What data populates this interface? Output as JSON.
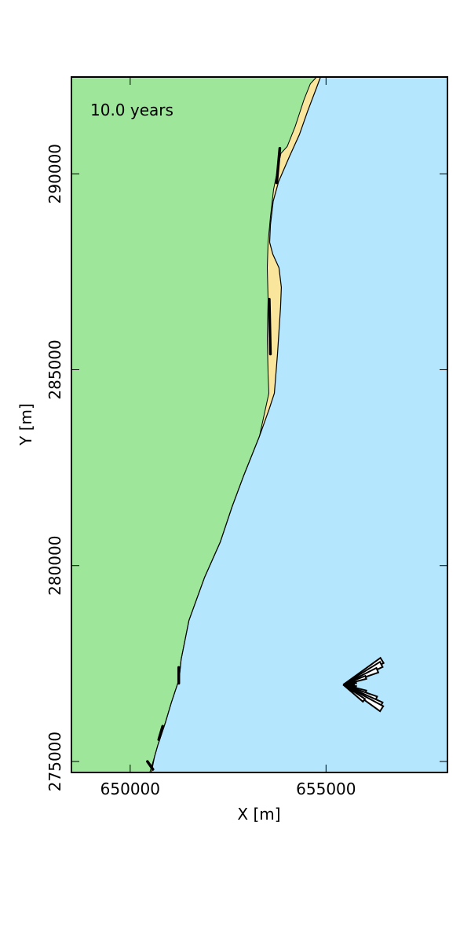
{
  "chart_data": {
    "type": "map",
    "annotation": "10.0 years",
    "xlabel": "X [m]",
    "ylabel": "Y [m]",
    "xlim": [
      648500,
      658100
    ],
    "ylim": [
      274720,
      292470
    ],
    "x_ticks": [
      650000,
      655000
    ],
    "y_ticks": [
      275000,
      280000,
      285000,
      290000
    ],
    "x_tick_labels": [
      "650000",
      "655000"
    ],
    "y_tick_labels": [
      "275000",
      "280000",
      "285000",
      "290000"
    ],
    "colors": {
      "land": "#9de69a",
      "sea": "#b4e6fe",
      "sand": "#fae59d",
      "outline": "#000000"
    },
    "coastline_sea_edge": [
      [
        650540,
        274720
      ],
      [
        650580,
        274920
      ],
      [
        650620,
        275120
      ],
      [
        650700,
        275400
      ],
      [
        650900,
        276000
      ],
      [
        651050,
        276500
      ],
      [
        651250,
        277100
      ],
      [
        651300,
        277600
      ],
      [
        651500,
        278600
      ],
      [
        651900,
        279700
      ],
      [
        652300,
        280600
      ],
      [
        652600,
        281500
      ],
      [
        652900,
        282300
      ],
      [
        653300,
        283300
      ],
      [
        653550,
        284000
      ],
      [
        653680,
        284400
      ],
      [
        653760,
        285400
      ],
      [
        653840,
        286600
      ],
      [
        653860,
        287100
      ],
      [
        653800,
        287600
      ],
      [
        653640,
        287950
      ],
      [
        653560,
        288250
      ],
      [
        653580,
        288700
      ],
      [
        653650,
        289300
      ],
      [
        653790,
        289800
      ],
      [
        654070,
        290450
      ],
      [
        654320,
        291000
      ],
      [
        654530,
        291600
      ],
      [
        654760,
        292200
      ],
      [
        654860,
        292470
      ]
    ],
    "coastline_land_edge": [
      [
        654760,
        292470
      ],
      [
        654600,
        292300
      ],
      [
        654440,
        291900
      ],
      [
        654210,
        291200
      ],
      [
        654010,
        290700
      ],
      [
        653850,
        290520
      ],
      [
        653770,
        290150
      ],
      [
        653660,
        289600
      ],
      [
        653580,
        288900
      ],
      [
        653520,
        288250
      ],
      [
        653500,
        287600
      ],
      [
        653520,
        286800
      ],
      [
        653500,
        285800
      ],
      [
        653520,
        284900
      ],
      [
        653540,
        284400
      ],
      [
        653300,
        283300
      ],
      [
        652900,
        282300
      ],
      [
        652600,
        281500
      ],
      [
        652300,
        280600
      ],
      [
        651900,
        279700
      ],
      [
        651500,
        278600
      ],
      [
        651300,
        277600
      ],
      [
        651250,
        277100
      ],
      [
        651050,
        276500
      ],
      [
        650900,
        276000
      ],
      [
        650700,
        275400
      ],
      [
        650620,
        275120
      ],
      [
        650500,
        274720
      ]
    ],
    "structures": [
      {
        "from": [
          653550,
          286800
        ],
        "to": [
          653580,
          285400
        ]
      },
      {
        "from": [
          653820,
          290650
        ],
        "to": [
          653740,
          289770
        ]
      },
      {
        "from": [
          651240,
          277400
        ],
        "to": [
          651240,
          277000
        ]
      },
      {
        "from": [
          650830,
          275900
        ],
        "to": [
          650730,
          275560
        ]
      },
      {
        "from": [
          650440,
          275000
        ],
        "to": [
          650580,
          274800
        ]
      }
    ],
    "wave_rose": {
      "center": [
        655440,
        276960
      ],
      "bins": [
        {
          "direction_deg": 58,
          "magnitude": 1.06
        },
        {
          "direction_deg": 62,
          "magnitude": 1.0
        },
        {
          "direction_deg": 67,
          "magnitude": 0.86
        },
        {
          "direction_deg": 72,
          "magnitude": 0.55
        },
        {
          "direction_deg": 80,
          "magnitude": 0.3
        },
        {
          "direction_deg": 90,
          "magnitude": 0.25
        },
        {
          "direction_deg": 100,
          "magnitude": 0.3
        },
        {
          "direction_deg": 108,
          "magnitude": 0.55
        },
        {
          "direction_deg": 113,
          "magnitude": 0.83
        },
        {
          "direction_deg": 118,
          "magnitude": 1.0
        },
        {
          "direction_deg": 122,
          "magnitude": 1.05
        },
        {
          "direction_deg": 127,
          "magnitude": 0.6
        }
      ]
    }
  }
}
